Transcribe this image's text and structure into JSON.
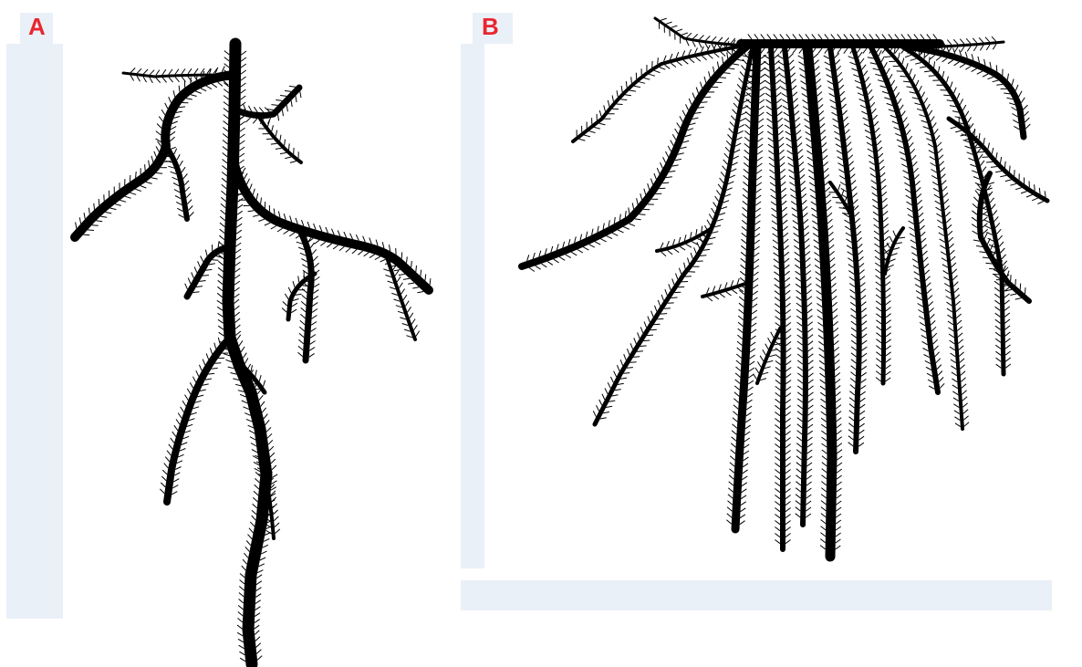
{
  "panels": [
    {
      "label": "A",
      "root_system": "taproot"
    },
    {
      "label": "B",
      "root_system": "fibrous"
    }
  ],
  "colors": {
    "label": "#e8262f",
    "root": "#000000",
    "background_bars": "#eaf0f8"
  }
}
